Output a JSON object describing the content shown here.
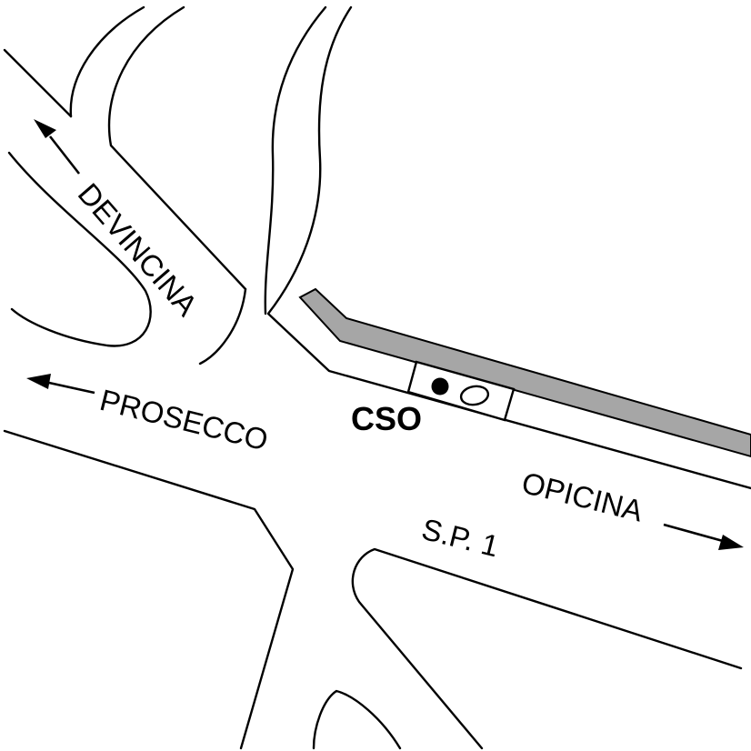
{
  "map": {
    "labels": {
      "devincina": "DEVINCINA",
      "prosecco": "PROSECCO",
      "opicina": "OPICINA",
      "sp1": "S.P. 1",
      "cso": "CSO"
    },
    "colors": {
      "stroke": "#000000",
      "railway": "#a6a6a6",
      "background": "#ffffff"
    },
    "icons": {
      "station_dot": "filled-circle",
      "station_oval": "outlined-ellipse"
    }
  }
}
